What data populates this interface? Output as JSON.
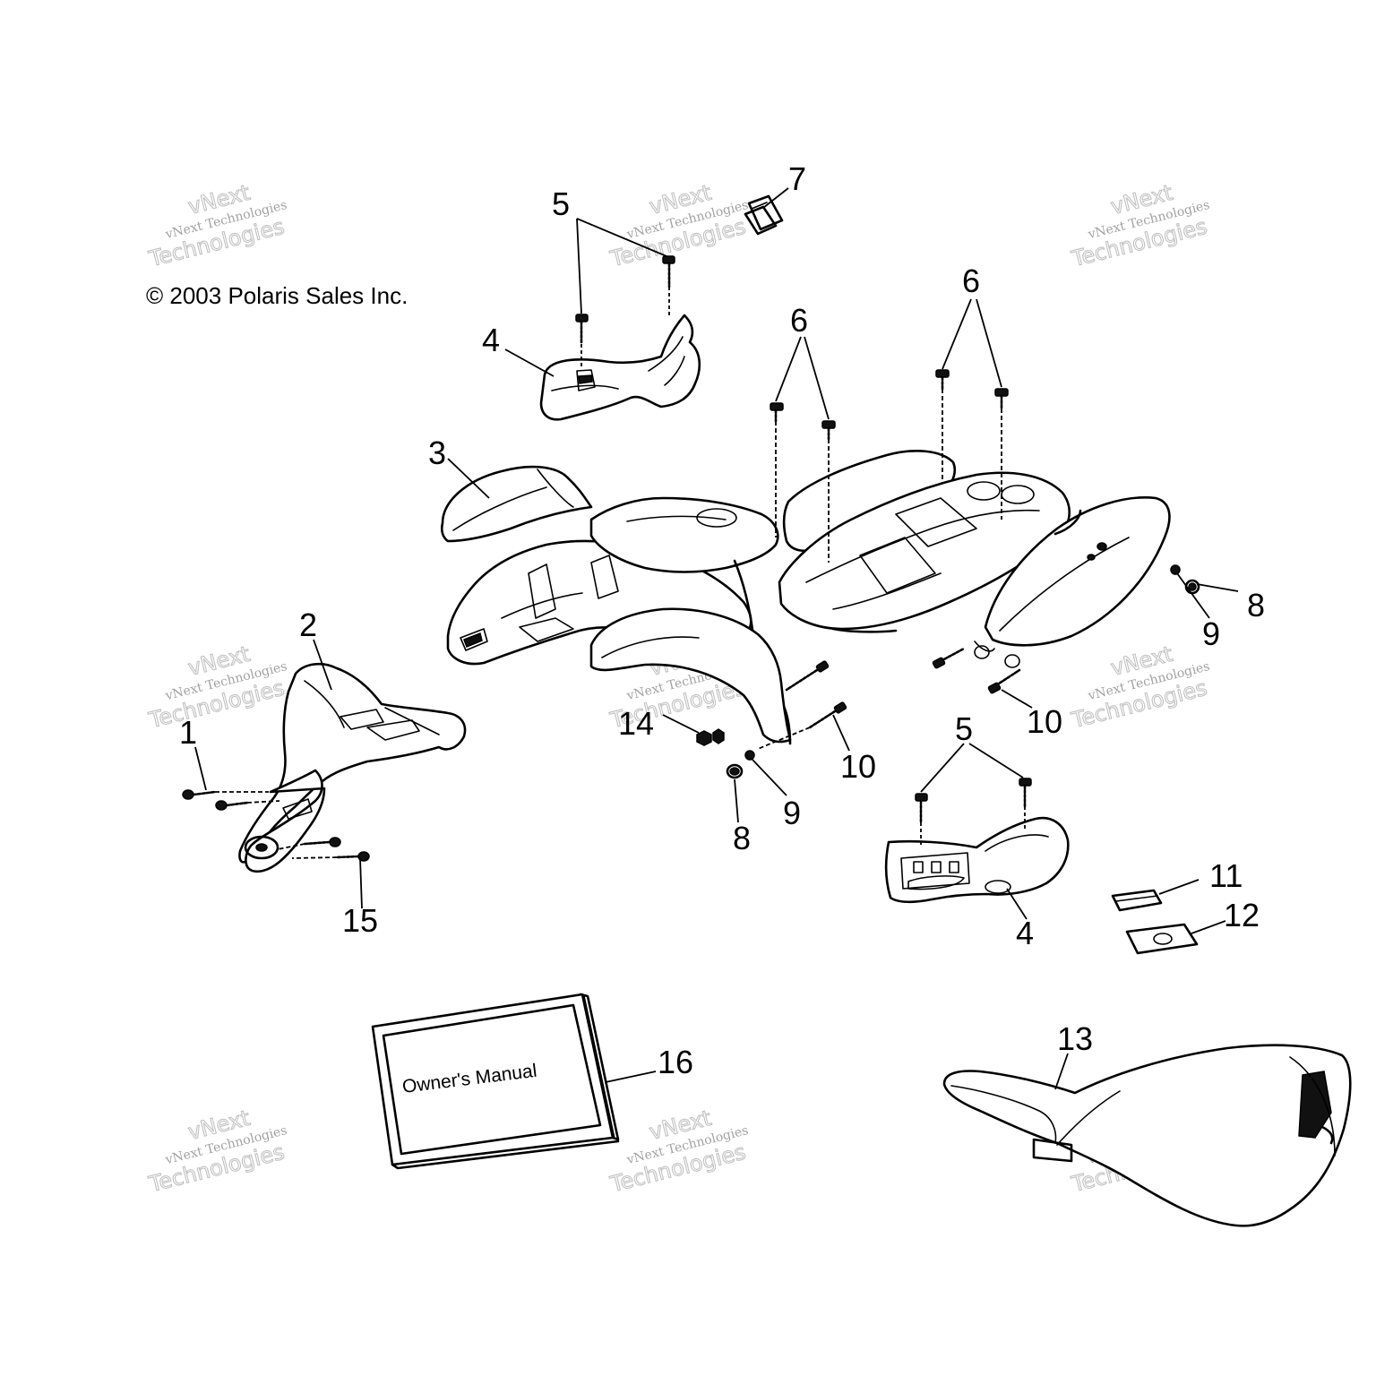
{
  "copyright": "© 2003 Polaris Sales Inc.",
  "manual_cover_text": "Owner's Manual",
  "watermark": {
    "brand": "vNext",
    "company": "vNext Technologies",
    "word": "Technologies"
  },
  "callouts": {
    "c1": "1",
    "c2": "2",
    "c3": "3",
    "c4_top": "4",
    "c4_bottom": "4",
    "c5_top": "5",
    "c5_bottom": "5",
    "c6_left": "6",
    "c6_right": "6",
    "c7": "7",
    "c8_left": "8",
    "c8_right": "8",
    "c9_left": "9",
    "c9_right": "9",
    "c10_left": "10",
    "c10_right": "10",
    "c11": "11",
    "c12": "12",
    "c13": "13",
    "c14": "14",
    "c15": "15",
    "c16": "16"
  },
  "icons": {
    "bolt": "bolt-icon",
    "nut": "nut-icon",
    "washer": "washer-icon"
  }
}
